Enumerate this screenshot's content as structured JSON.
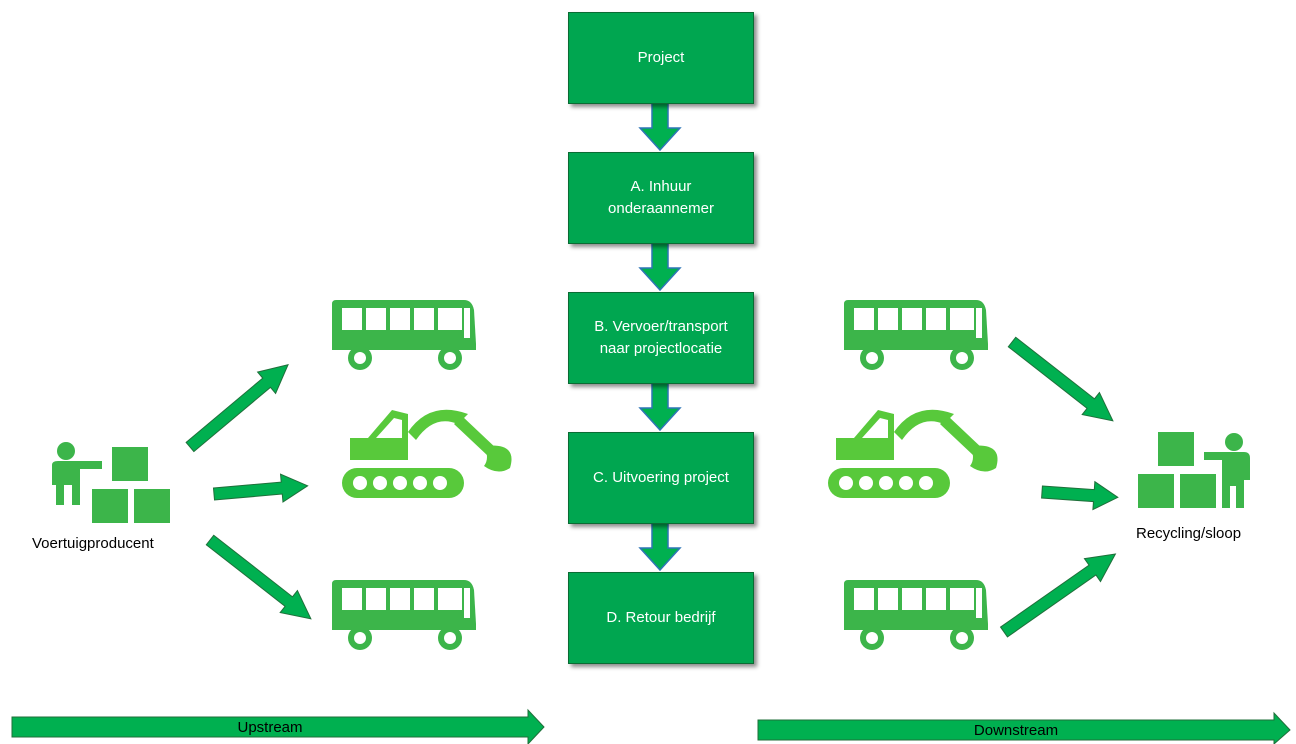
{
  "colors": {
    "box_fill": "#00a650",
    "arrow_fill": "#00b050",
    "icon_fill": "#3cb54a",
    "bright_icon": "#58c93b"
  },
  "process_steps": [
    {
      "label": "Project"
    },
    {
      "label": "A. Inhuur\nonderaannemer"
    },
    {
      "label": "B. Vervoer/transport\nnaar projectlocatie"
    },
    {
      "label": "C. Uitvoering project"
    },
    {
      "label": "D. Retour bedrijf"
    }
  ],
  "actors": {
    "producer": "Voertuigproducent",
    "recycler": "Recycling/sloop"
  },
  "flows": {
    "upstream": "Upstream",
    "downstream": "Downstream"
  },
  "icons": [
    "person-with-boxes-icon",
    "bus-icon",
    "excavator-icon"
  ]
}
